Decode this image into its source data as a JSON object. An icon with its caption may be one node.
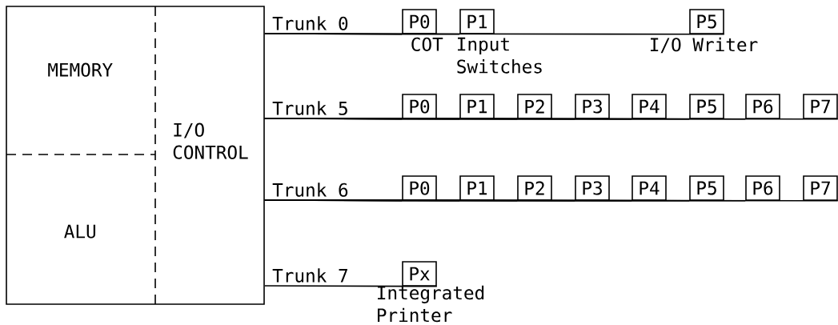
{
  "diagram": {
    "nodes": [
      {
        "text": [],
        "shape": "box"
      },
      {
        "text": [
          "MEMORY"
        ],
        "in": 0
      },
      {
        "text": [
          "ALU"
        ],
        "in": 0
      },
      {
        "text": [
          "I/O CONTROL"
        ],
        "in": 0
      },
      {
        "text": [
          "P0"
        ],
        "beside": [
          "COT"
        ]
      },
      {
        "text": [
          "P1"
        ],
        "beside": [
          "Input Switches"
        ]
      },
      {
        "text": [
          "P5"
        ],
        "beside": [
          "I/O Writer"
        ]
      },
      {
        "text": [
          "P0"
        ]
      },
      {
        "text": [
          "P1"
        ]
      },
      {
        "text": [
          "P2"
        ]
      },
      {
        "text": [
          "P3"
        ]
      },
      {
        "text": [
          "P4"
        ]
      },
      {
        "text": [
          "P5"
        ]
      },
      {
        "text": [
          "P6"
        ]
      },
      {
        "text": [
          "P7"
        ]
      },
      {
        "text": [
          "P0"
        ]
      },
      {
        "text": [
          "P1"
        ]
      },
      {
        "text": [
          "P2"
        ]
      },
      {
        "text": [
          "P3"
        ]
      },
      {
        "text": [
          "P4"
        ]
      },
      {
        "text": [
          "P5"
        ]
      },
      {
        "text": [
          "P6"
        ]
      },
      {
        "text": [
          "P7"
        ]
      },
      {
        "text": [
          "Px"
        ],
        "beside": [
          "Integrated Printer"
        ]
      }
    ],
    "edges": [
      {
        "from": 0,
        "to": 4,
        "arrow": "none",
        "label": "Trunk 0"
      },
      {
        "from": 0,
        "to": 5,
        "arrow": "none"
      },
      {
        "from": 0,
        "to": 6,
        "arrow": "none"
      },
      {
        "from": 0,
        "to": 7,
        "arrow": "none",
        "label": "Trunk 5"
      },
      {
        "from": 0,
        "to": 8,
        "arrow": "none"
      },
      {
        "from": 0,
        "to": 9,
        "arrow": "none"
      },
      {
        "from": 0,
        "to": 10,
        "arrow": "none"
      },
      {
        "from": 0,
        "to": 11,
        "arrow": "none"
      },
      {
        "from": 0,
        "to": 12,
        "arrow": "none"
      },
      {
        "from": 0,
        "to": 13,
        "arrow": "none"
      },
      {
        "from": 0,
        "to": 14,
        "arrow": "none"
      },
      {
        "from": 0,
        "to": 15,
        "arrow": "none",
        "label": "Trunk 6"
      },
      {
        "from": 0,
        "to": 16,
        "arrow": "none"
      },
      {
        "from": 0,
        "to": 17,
        "arrow": "none"
      },
      {
        "from": 0,
        "to": 18,
        "arrow": "none"
      },
      {
        "from": 0,
        "to": 19,
        "arrow": "none"
      },
      {
        "from": 0,
        "to": 20,
        "arrow": "none"
      },
      {
        "from": 0,
        "to": 21,
        "arrow": "none"
      },
      {
        "from": 0,
        "to": 22,
        "arrow": "none"
      },
      {
        "from": 0,
        "to": 23,
        "arrow": "none",
        "label": "Trunk 7"
      }
    ]
  }
}
